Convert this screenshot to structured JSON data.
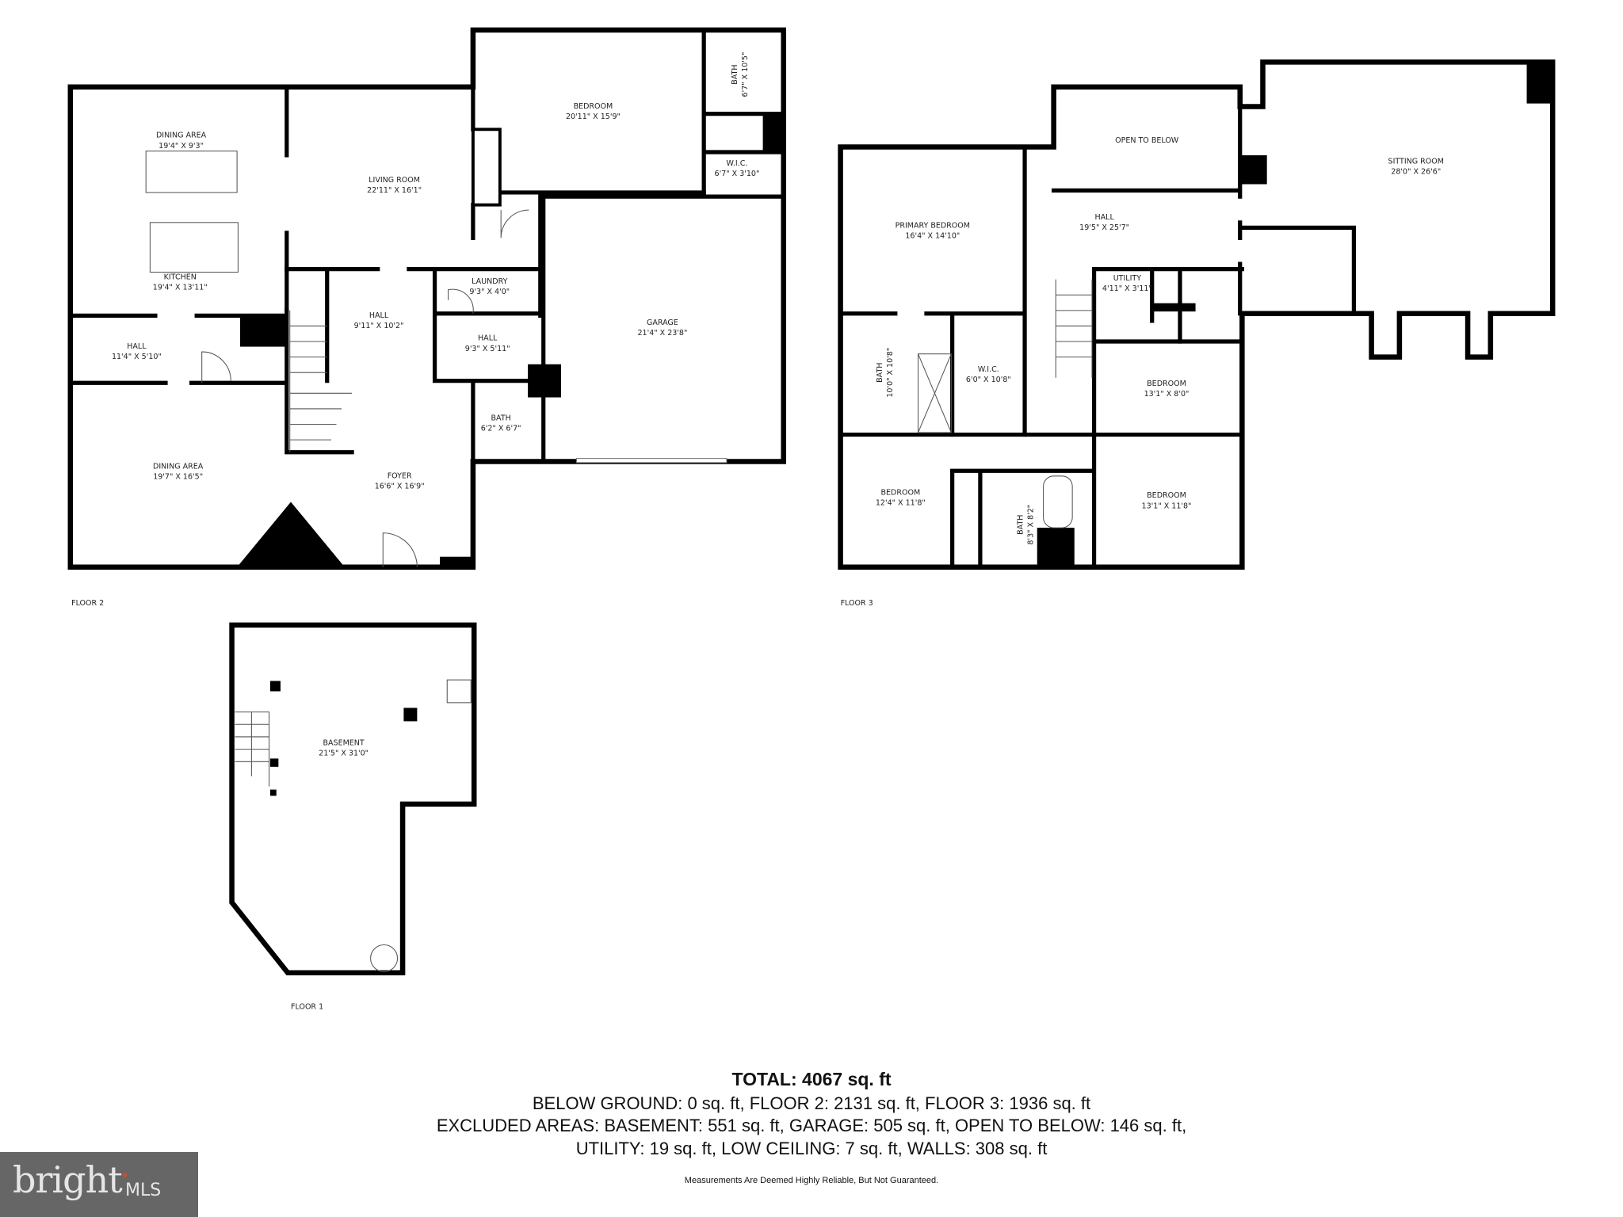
{
  "floors": {
    "floor2": {
      "label": "FLOOR 2",
      "rooms": [
        {
          "name": "DINING AREA",
          "dims": "19'4\" X 9'3\""
        },
        {
          "name": "LIVING ROOM",
          "dims": "22'11\" X 16'1\""
        },
        {
          "name": "BEDROOM",
          "dims": "20'11\" X 15'9\""
        },
        {
          "name": "BATH",
          "dims": "6'7\" X 10'5\""
        },
        {
          "name": "W.I.C.",
          "dims": "6'7\" X 3'10\""
        },
        {
          "name": "KITCHEN",
          "dims": "19'4\" X 13'11\""
        },
        {
          "name": "LAUNDRY",
          "dims": "9'3\" X 4'0\""
        },
        {
          "name": "HALL",
          "dims": "9'11\" X 10'2\""
        },
        {
          "name": "HALL",
          "dims": "9'3\" X 5'11\""
        },
        {
          "name": "GARAGE",
          "dims": "21'4\" X 23'8\""
        },
        {
          "name": "HALL",
          "dims": "11'4\" X 5'10\""
        },
        {
          "name": "BATH",
          "dims": "6'2\" X 6'7\""
        },
        {
          "name": "DINING AREA",
          "dims": "19'7\" X 16'5\""
        },
        {
          "name": "FOYER",
          "dims": "16'6\" X 16'9\""
        }
      ]
    },
    "floor3": {
      "label": "FLOOR 3",
      "rooms": [
        {
          "name": "OPEN TO BELOW",
          "dims": ""
        },
        {
          "name": "SITTING ROOM",
          "dims": "28'0\" X 26'6\""
        },
        {
          "name": "HALL",
          "dims": "19'5\" X 25'7\""
        },
        {
          "name": "PRIMARY BEDROOM",
          "dims": "16'4\" X 14'10\""
        },
        {
          "name": "UTILITY",
          "dims": "4'11\" X 3'11\""
        },
        {
          "name": "BATH",
          "dims": "10'0\" X 10'8\""
        },
        {
          "name": "W.I.C.",
          "dims": "6'0\" X 10'8\""
        },
        {
          "name": "BEDROOM",
          "dims": "13'1\" X 8'0\""
        },
        {
          "name": "BEDROOM",
          "dims": "12'4\" X 11'8\""
        },
        {
          "name": "BATH",
          "dims": "8'3\" X 8'2\""
        },
        {
          "name": "BEDROOM",
          "dims": "13'1\" X 11'8\""
        }
      ]
    },
    "floor1": {
      "label": "FLOOR 1",
      "rooms": [
        {
          "name": "BASEMENT",
          "dims": "21'5\" X 31'0\""
        }
      ]
    }
  },
  "summary": {
    "total": "TOTAL: 4067 sq. ft",
    "line1": "BELOW GROUND: 0 sq. ft, FLOOR 2: 2131 sq. ft, FLOOR 3: 1936 sq. ft",
    "line2": "EXCLUDED AREAS: BASEMENT: 551 sq. ft, GARAGE: 505 sq. ft, OPEN TO BELOW: 146 sq. ft,",
    "line3": "UTILITY: 19 sq. ft, LOW CEILING: 7 sq. ft, WALLS: 308 sq. ft",
    "disclaimer": "Measurements Are Deemed Highly Reliable, But Not Guaranteed."
  },
  "logo": {
    "brand": "bright",
    "suffix": "MLS",
    "color": "#666666",
    "accent": "#c8502a"
  }
}
